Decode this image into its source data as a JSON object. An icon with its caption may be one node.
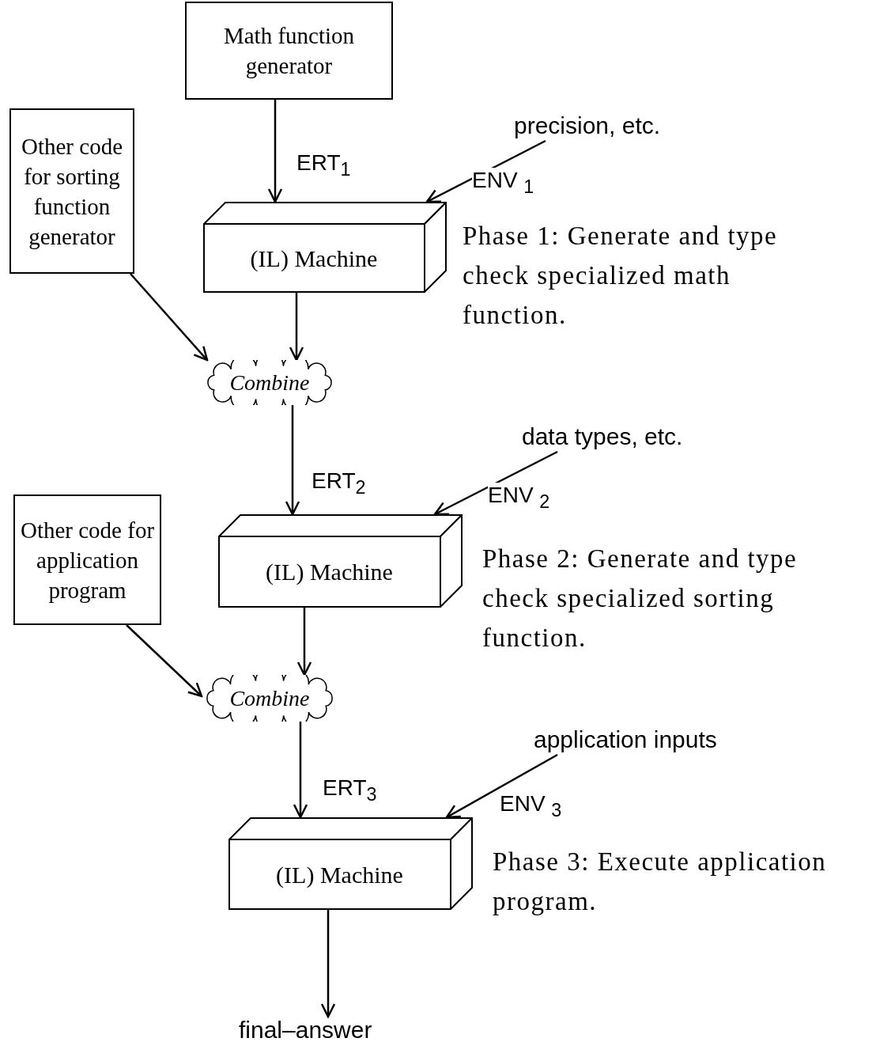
{
  "diagram": {
    "nodes": [
      {
        "text": [
          "Math function generator"
        ]
      },
      {
        "text": [
          "Other code for sorting function generator"
        ]
      },
      {
        "text": [
          "precision, etc."
        ]
      },
      {
        "text": [
          "(IL) Machine"
        ],
        "beside": [
          "Phase 1: Generate and type check specialized math function."
        ]
      },
      {
        "text": [
          "Combine"
        ]
      },
      {
        "text": [
          "data types, etc."
        ]
      },
      {
        "text": [
          "Other code for application program"
        ]
      },
      {
        "text": [
          "(IL) Machine"
        ],
        "beside": [
          "Phase 2: Generate and type check specialized sorting function."
        ]
      },
      {
        "text": [
          "Combine"
        ]
      },
      {
        "text": [
          "application inputs"
        ]
      },
      {
        "text": [
          "(IL) Machine"
        ],
        "beside": [
          "Phase 3: Execute application program."
        ]
      },
      {
        "text": [
          "final–answer"
        ]
      }
    ],
    "edges": [
      {
        "from": 0,
        "to": 3,
        "arrow": "to",
        "label": "ERT$_{1}$"
      },
      {
        "from": 2,
        "to": 3,
        "arrow": "to",
        "label": "ENV $_{1}$"
      },
      {
        "from": 3,
        "to": 4,
        "arrow": "to"
      },
      {
        "from": 1,
        "to": 4,
        "arrow": "to"
      },
      {
        "from": 4,
        "to": 7,
        "arrow": "to",
        "label": "ERT$_{2}$"
      },
      {
        "from": 5,
        "to": 7,
        "arrow": "to",
        "label": "ENV $_{2}$"
      },
      {
        "from": 7,
        "to": 8,
        "arrow": "to"
      },
      {
        "from": 6,
        "to": 8,
        "arrow": "to"
      },
      {
        "from": 8,
        "to": 10,
        "arrow": "to",
        "label": "ERT$_{3}$"
      },
      {
        "from": 9,
        "to": 10,
        "arrow": "to",
        "label": "ENV $_{3}$"
      },
      {
        "from": 10,
        "to": 11,
        "arrow": "to"
      }
    ]
  }
}
